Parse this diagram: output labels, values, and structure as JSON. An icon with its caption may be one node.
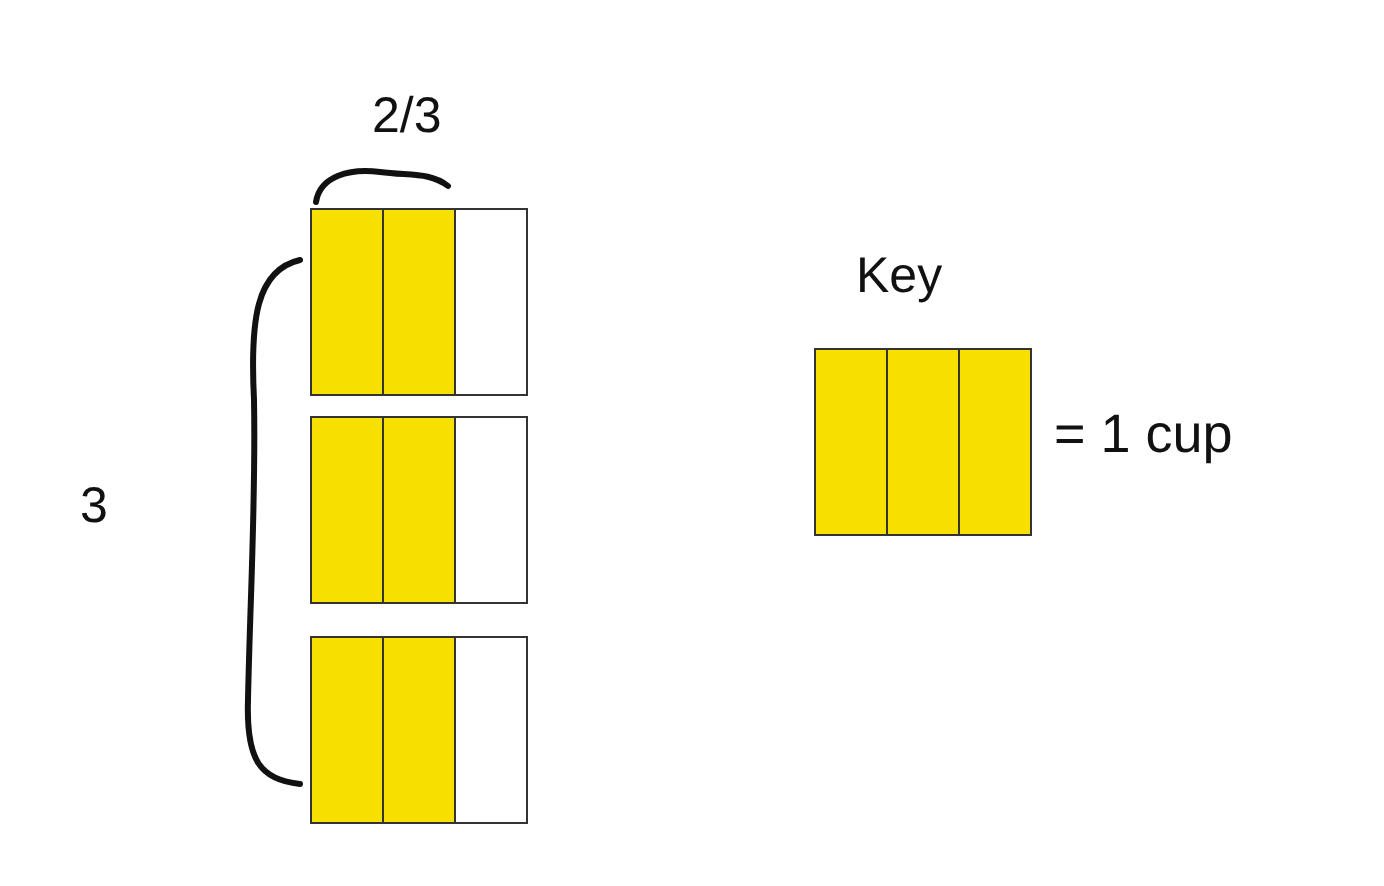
{
  "diagram": {
    "nodes": [
      {
        "text": [],
        "shape": "bar"
      },
      {
        "text": [],
        "shape": "bar"
      },
      {
        "text": [],
        "shape": "bar"
      },
      {
        "text": [],
        "shape": "bar"
      }
    ],
    "labels": [
      "2/3",
      "3",
      "Key",
      "= 1 cup"
    ]
  }
}
